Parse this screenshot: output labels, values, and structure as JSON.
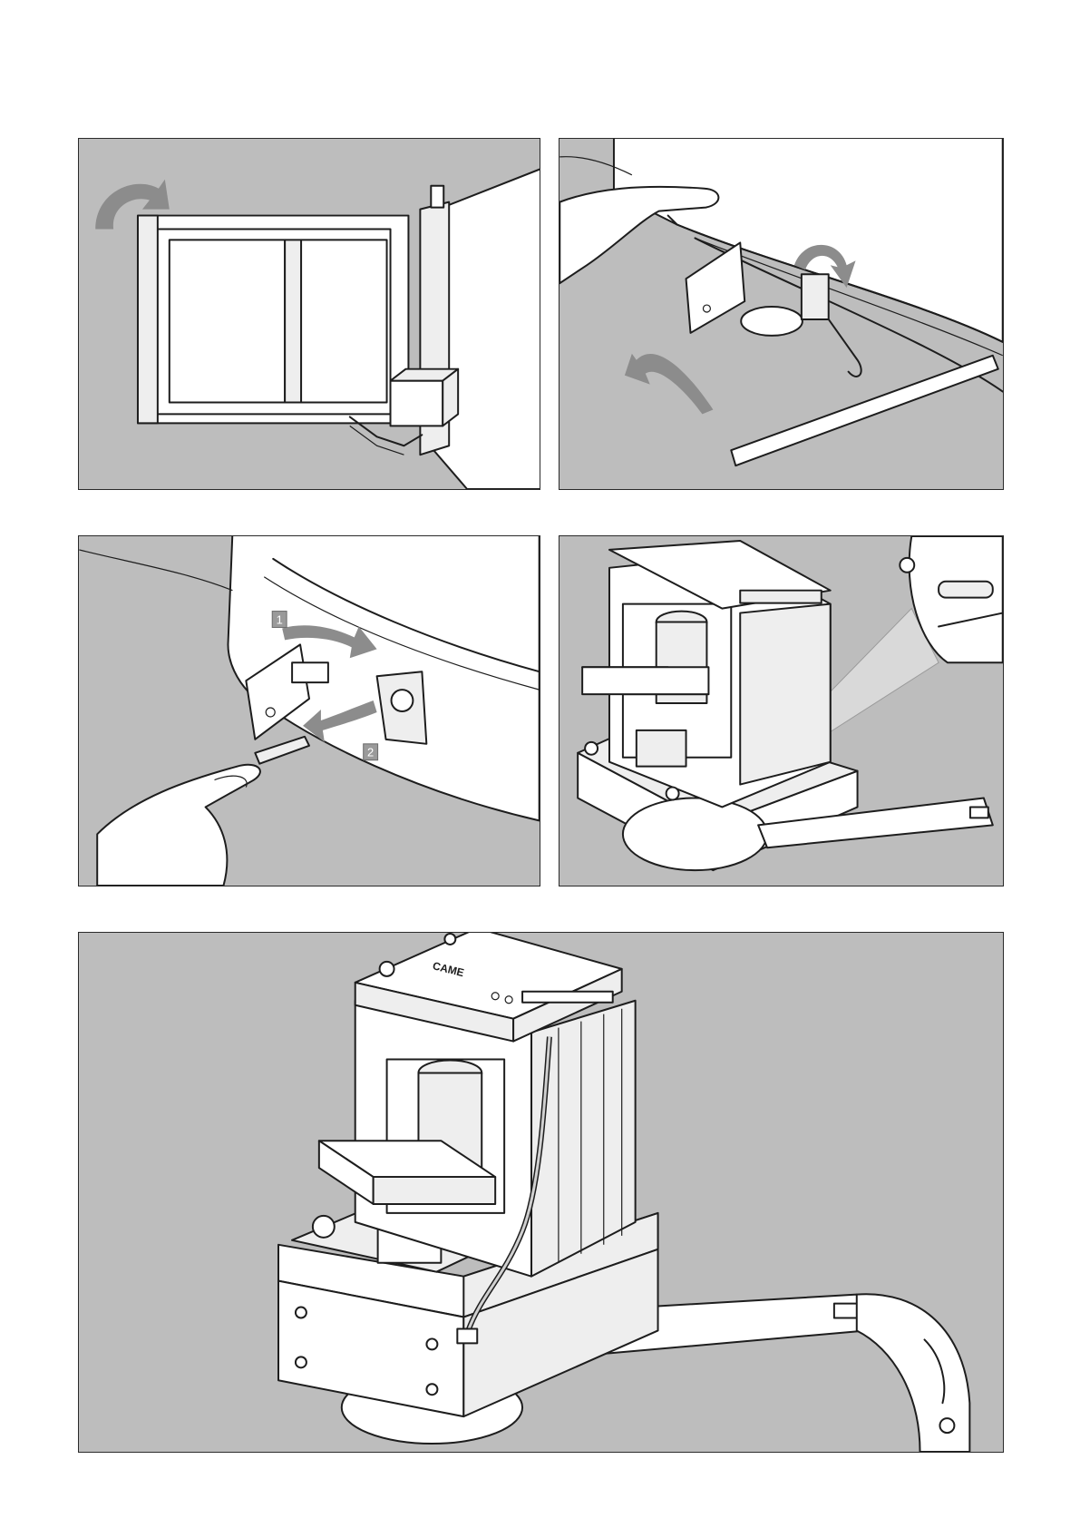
{
  "figures": [
    {
      "id": "gate-overview"
    },
    {
      "id": "release-cover"
    },
    {
      "id": "key-release",
      "steps": [
        "1",
        "2"
      ]
    },
    {
      "id": "control-unit-detail"
    },
    {
      "id": "operator-assembly",
      "brand": "CAME"
    }
  ],
  "colors": {
    "panel_background": "#bdbdbd",
    "line": "#1d1d1d",
    "arrow": "#8c8c8c"
  }
}
